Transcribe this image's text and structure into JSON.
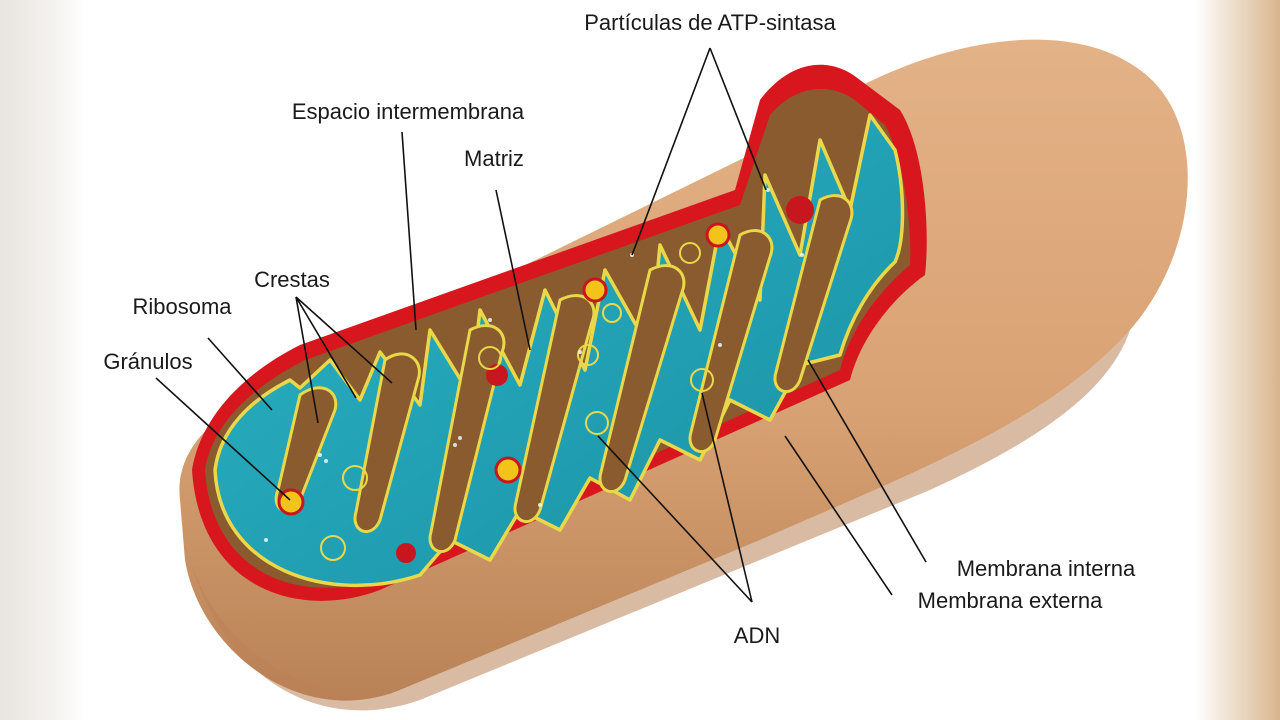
{
  "diagram": {
    "labels": {
      "atp_synthase": "Partículas de ATP-sintasa",
      "intermembrane_space": "Espacio intermembrana",
      "matrix": "Matriz",
      "cristae": "Crestas",
      "ribosome": "Ribosoma",
      "granules": "Gránulos",
      "inner_membrane": "Membrana interna",
      "outer_membrane": "Membrana externa",
      "dna": "ADN"
    },
    "colors": {
      "outer_body": "#d9a274",
      "outer_shadow": "#b8825a",
      "outer_membrane": "#d7161e",
      "intermembrane": "#8a5b2e",
      "matrix": "#23a3b6",
      "inner_membrane": "#e9d84a",
      "granule": "#f2c41a",
      "ribosome": "#c8161e"
    }
  }
}
